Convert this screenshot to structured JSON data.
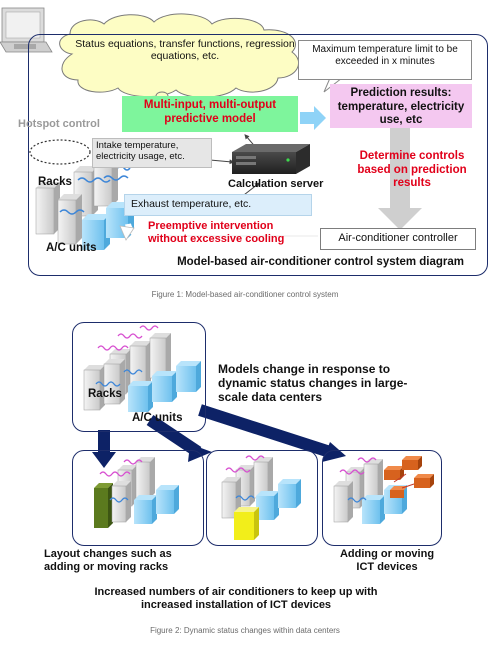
{
  "figure1": {
    "cloud_text": "Status equations, transfer functions, regression equations, etc.",
    "max_temp_callout": "Maximum temperature limit to be exceeded in x minutes",
    "hotspot_control": "Hotspot control",
    "predictive_model": "Multi-input, multi-output predictive model",
    "prediction_results": "Prediction results: temperature, electricity use, etc",
    "intake_label": "Intake temperature, electricity usage, etc.",
    "calc_server": "Calculation server",
    "racks": "Racks",
    "determine_controls": "Determine controls based on prediction results",
    "exhaust_label": "Exhaust temperature, etc.",
    "preemptive": "Preemptive intervention without excessive cooling",
    "ac_units": "A/C units",
    "ac_controller": "Air-conditioner controller",
    "diagram_title": "Model-based air-conditioner control system diagram",
    "caption": "Figure 1: Model-based air-conditioner control system"
  },
  "figure2": {
    "models_change": "Models change in response to dynamic status changes in large-scale data centers",
    "racks": "Racks",
    "ac_units": "A/C units",
    "layout_changes": "Layout changes such as adding or moving racks",
    "adding_ict": "Adding or moving ICT devices",
    "increased_ac": "Increased numbers of air conditioners to keep up with increased installation of ICT devices",
    "caption": "Figure 2: Dynamic status changes within data centers"
  },
  "colors": {
    "frame_navy": "#1d2d6b",
    "red_text": "#e1001a",
    "green_box": "#7ef59c",
    "pink_box": "#f4c8f0",
    "cloud_yellow": "#fdfdc4",
    "light_blue": "#dceefb",
    "ac_blue": "#8fd3f7",
    "olive_rack": "#5b7a1e",
    "yellow_unit": "#f2ee1a",
    "orange_device": "#d7621e"
  }
}
